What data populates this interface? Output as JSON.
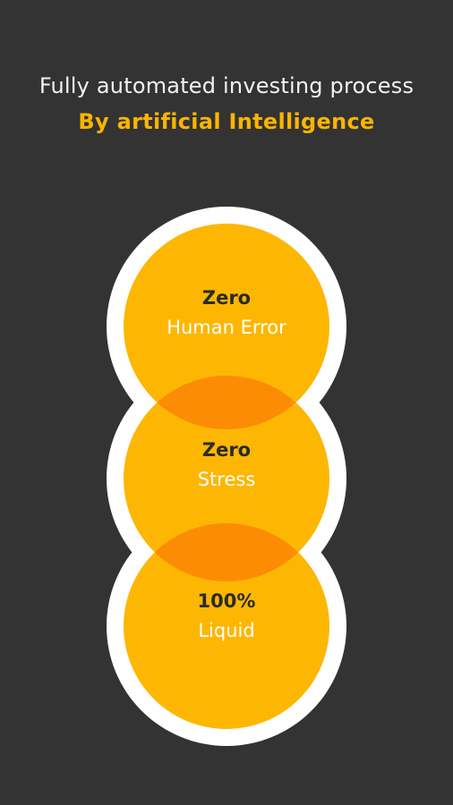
{
  "header": {
    "line1": "Fully automated investing process",
    "line2": "By artificial Intelligence"
  },
  "circles": [
    {
      "main": "Zero",
      "sub": "Human Error"
    },
    {
      "main": "Zero",
      "sub": "Stress"
    },
    {
      "main": "100%",
      "sub": "Liquid"
    }
  ],
  "colors": {
    "background": "#333333",
    "accent": "#fbb400",
    "circle_fill": "#fdb703",
    "overlap_fill": "#fd8c05",
    "ring": "#ffffff"
  }
}
